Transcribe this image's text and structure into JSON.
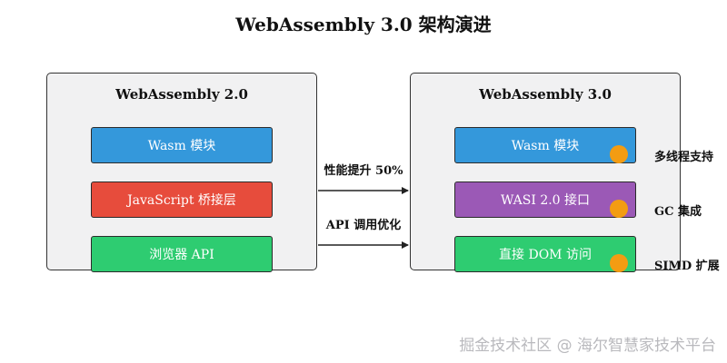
{
  "title": "WebAssembly 3.0 架构演进",
  "left_panel": {
    "title": "WebAssembly 2.0",
    "modules": [
      {
        "label": "Wasm 模块",
        "color": "#3498db"
      },
      {
        "label": "JavaScript 桥接层",
        "color": "#e74c3c"
      },
      {
        "label": "浏览器 API",
        "color": "#2ecc71"
      }
    ]
  },
  "right_panel": {
    "title": "WebAssembly 3.0",
    "modules": [
      {
        "label": "Wasm 模块",
        "color": "#3498db"
      },
      {
        "label": "WASI 2.0 接口",
        "color": "#9b59b6"
      },
      {
        "label": "直接 DOM 访问",
        "color": "#2ecc71"
      }
    ],
    "marker_color": "#f39c12"
  },
  "arrows": [
    {
      "label": "性能提升 50%"
    },
    {
      "label": "API 调用优化"
    }
  ],
  "features": [
    "多线程支持",
    "GC 集成",
    "SIMD 扩展"
  ],
  "watermark": "掘金技术社区 @ 海尔智慧家技术平台"
}
